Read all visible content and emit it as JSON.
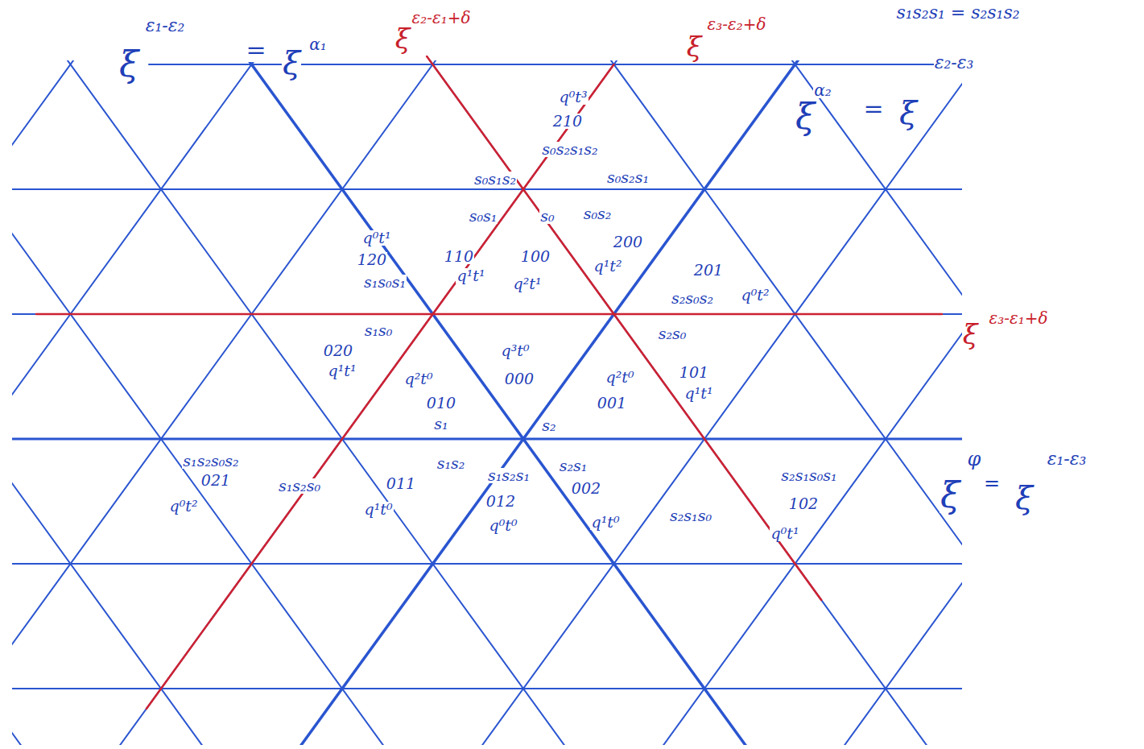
{
  "diagram": {
    "labels": [
      "ξ",
      "ε₁-ε₂",
      "=",
      "ξ",
      "α₁",
      "ξ",
      "ε₂-ε₁+δ",
      "ξ",
      "ε₃-ε₂+δ",
      "s₁s₂s₁ = s₂s₁s₂",
      "ξ",
      "α₂",
      "=",
      "ξ",
      "ε₂-ε₃",
      "ξ",
      "ε₃-ε₁+δ",
      "ξ",
      "φ",
      "=",
      "ξ",
      "ε₁-ε₃",
      "q⁰t³",
      "210",
      "s₀s₂s₁s₂",
      "s₀s₁s₂",
      "s₀s₂s₁",
      "s₀s₁",
      "s₀",
      "s₀s₂",
      "q⁰t¹",
      "120",
      "s₁s₀s₁",
      "110",
      "q¹t¹",
      "100",
      "q²t¹",
      "200",
      "q¹t²",
      "201",
      "s₂s₀s₂",
      "q⁰t²",
      "s₁s₀",
      "020",
      "q¹t¹",
      "q²t⁰",
      "q³t⁰",
      "000",
      "010",
      "s₁",
      "q²t⁰",
      "001",
      "s₂",
      "s₂s₀",
      "101",
      "q¹t¹",
      "s₁s₂s₀s₂",
      "021",
      "q⁰t²",
      "s₁s₂s₀",
      "s₁s₂",
      "011",
      "q¹t⁰",
      "s₁s₂s₁",
      "s₂s₁",
      "002",
      "012",
      "q⁰t⁰",
      "q¹t⁰",
      "s₂s₁s₀",
      "s₂s₁s₀s₁",
      "102",
      "q⁰t¹"
    ]
  }
}
